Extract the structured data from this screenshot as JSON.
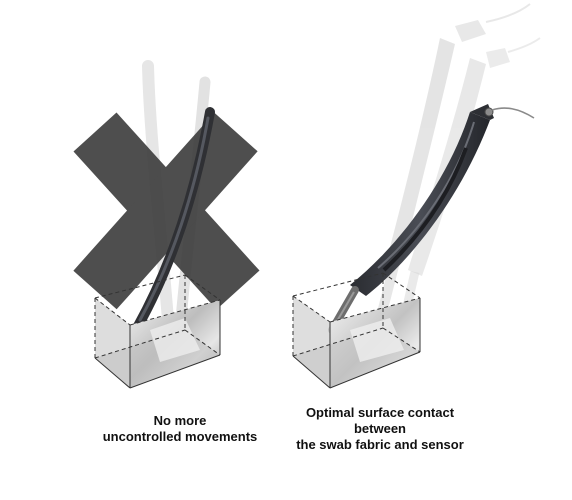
{
  "panels": [
    {
      "id": "left",
      "caption_lines": [
        "No more",
        "uncontrolled movements"
      ]
    },
    {
      "id": "right",
      "caption_lines": [
        "Optimal surface contact",
        "between",
        "the swab fabric and sensor"
      ]
    }
  ],
  "colors": {
    "cross": "#3f3f3f",
    "ghost": "#d9d9d9",
    "swab": "#3a3d44",
    "swab_rod": "#6d6d6d",
    "box_edge": "#333333",
    "box_fill": "#e8e8e8"
  }
}
